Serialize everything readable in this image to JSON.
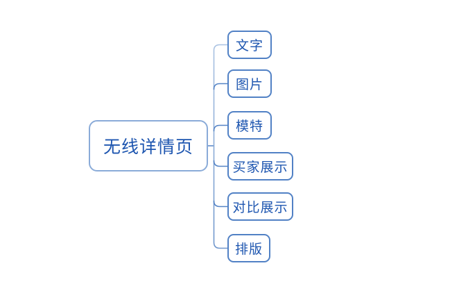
{
  "theme": {
    "canvas_bg": "#ffffff",
    "node_fill": "#ffffff",
    "node_text_color": "#1e56b0",
    "root_border_color": "#8aabd8",
    "child_border_color": "#5181c5",
    "branch_line_color": "#5584c6",
    "trunk_line_top_color": "#a9c2e2",
    "trunk_line_bottom_color": "#6f96cc"
  },
  "mindmap": {
    "root": {
      "label": "无线详情页"
    },
    "children": [
      {
        "label": "文字"
      },
      {
        "label": "图片"
      },
      {
        "label": "模特"
      },
      {
        "label": "买家展示"
      },
      {
        "label": "对比展示"
      },
      {
        "label": "排版"
      }
    ]
  }
}
